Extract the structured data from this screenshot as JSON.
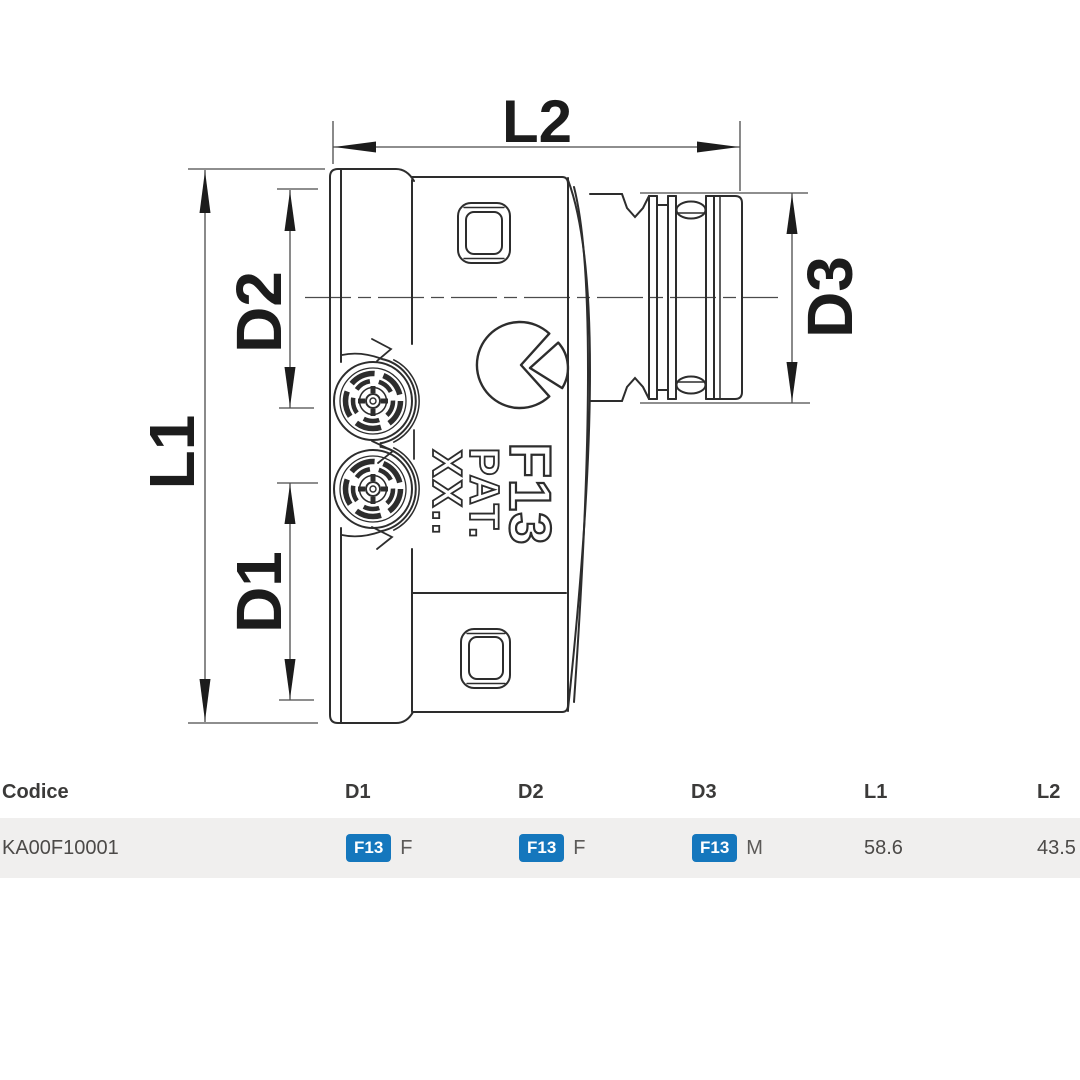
{
  "drawing": {
    "labels": {
      "l1": "L1",
      "l2": "L2",
      "d1": "D1",
      "d2": "D2",
      "d3": "D3"
    },
    "markings": {
      "logo": "F13",
      "pat": "PAT.",
      "xx": "XX.."
    },
    "line_color": "#2d2d2d",
    "thin_line_color": "#4b4b4b"
  },
  "table": {
    "headers": [
      "Codice",
      "D1",
      "D2",
      "D3",
      "L1",
      "L2"
    ],
    "row": {
      "codice": "KA00F10001",
      "d1": {
        "badge": "F13",
        "type": "F"
      },
      "d2": {
        "badge": "F13",
        "type": "F"
      },
      "d3": {
        "badge": "F13",
        "type": "M"
      },
      "l1": "58.6",
      "l2": "43.5"
    },
    "badge_color": "#1577bd",
    "row_bg": "#f0efee"
  }
}
